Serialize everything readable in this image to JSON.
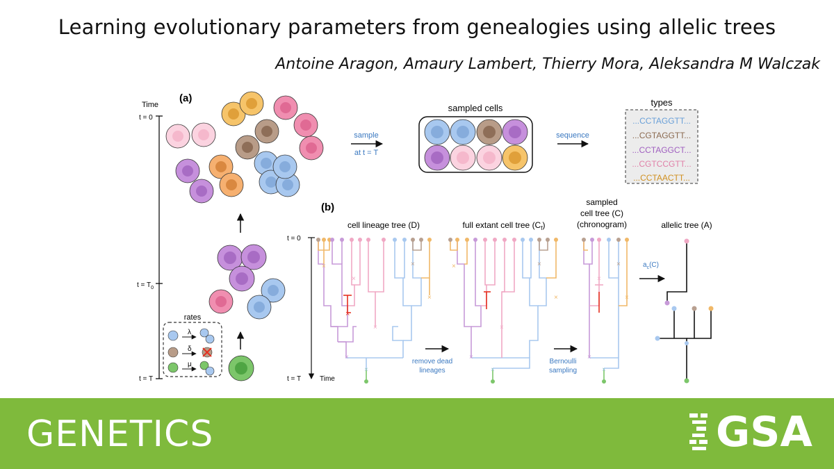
{
  "header": {
    "title": "Learning evolutionary parameters from genealogies using allelic trees",
    "authors": "Antoine Aragon, Amaury Lambert, Thierry Mora, Aleksandra M Walczak"
  },
  "figure": {
    "panel_a": {
      "label": "(a)",
      "time_label": "Time",
      "t0_label": "t = 0",
      "tT0_label": "t = T",
      "tT0_sub": "0",
      "tT_label": "t = T",
      "rates_title": "rates",
      "rate_symbols": [
        "λ",
        "δ",
        "μ"
      ],
      "sample_label_1": "sample",
      "sample_label_2": "at t = T",
      "sampled_cells_label": "sampled cells",
      "sequence_label": "sequence",
      "types_label": "types",
      "sequences": [
        "...CCTAGGTT...",
        "...CGTAGGTT...",
        "...CCTAGGCT...",
        "...CGTCCGTT...",
        "...CCTAACTT..."
      ]
    },
    "panel_b": {
      "label": "(b)",
      "t0_label": "t = 0",
      "tT_label": "t = T",
      "time_label": "Time",
      "tree_titles": {
        "lineage": "cell lineage tree (D)",
        "full_main": "full extant cell tree (C",
        "full_sub": "f",
        "full_end": ")",
        "sampled_1": "sampled",
        "sampled_2": "cell tree (C)",
        "sampled_3": "(chronogram)",
        "allelic": "allelic tree (A)"
      },
      "step_labels": {
        "remove_1": "remove dead",
        "remove_2": "lineages",
        "bern_1": "Bernoulli",
        "bern_2": "sampling",
        "allelic_map_main": "a",
        "allelic_map_sub": "c",
        "allelic_map_end": "(C)"
      }
    },
    "colors": {
      "blue": "#a8c8ec",
      "pink": "#f0a8c4",
      "brown": "#b8a090",
      "purple": "#c79ad8",
      "orange": "#f0b868",
      "green": "#7cc66a",
      "red": "#e53020",
      "seq_blue": "#6aa0d8",
      "seq_brown": "#8b6a50",
      "seq_purple": "#a060c0",
      "seq_pink": "#e080a8",
      "seq_orange": "#d09020"
    }
  },
  "footer": {
    "journal": "GENETICS",
    "society": "GSA",
    "banner_color": "#7fba3c"
  }
}
